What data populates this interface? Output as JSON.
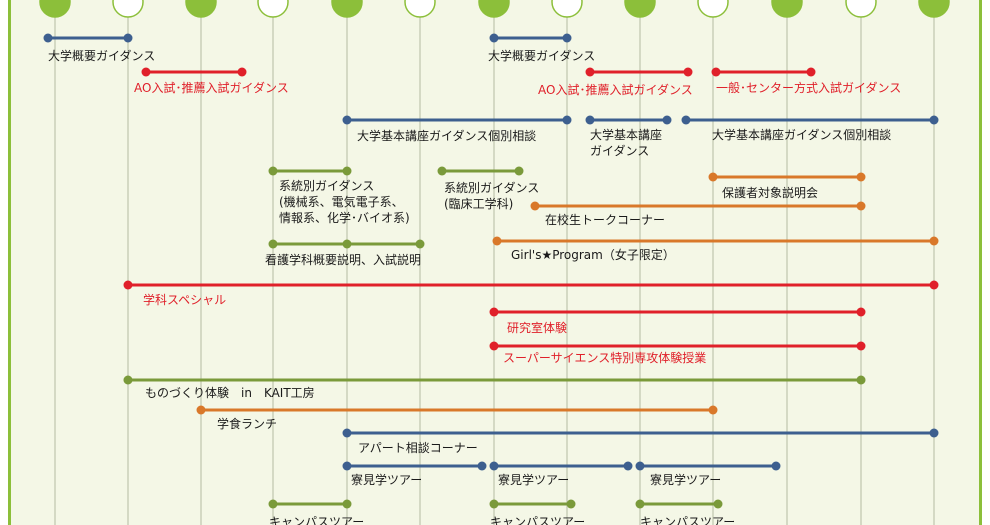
{
  "colors": {
    "background": "#f4f7e6",
    "border": "#8cbf3a",
    "header_dot_filled": "#8cbf3a",
    "header_dot_outline": "#8cbf3a",
    "gridline": "#c9cfb8",
    "blue": "#3d5f8f",
    "red": "#e0202a",
    "olive": "#7a9a3a",
    "orange": "#d9782a",
    "text_dark": "#1a1a1a",
    "text_red": "#e0202a"
  },
  "events": [
    {
      "label": "大学概要ガイダンス",
      "color": "blue",
      "text_color": "dark"
    },
    {
      "label": "AO入試･推薦入試ガイダンス",
      "color": "red",
      "text_color": "red"
    },
    {
      "label": "大学概要ガイダンス",
      "color": "blue",
      "text_color": "dark"
    },
    {
      "label": "AO入試･推薦入試ガイダンス",
      "color": "red",
      "text_color": "red"
    },
    {
      "label": "一般･センター方式入試ガイダンス",
      "color": "red",
      "text_color": "red"
    },
    {
      "label": "大学基本講座ガイダンス個別相談",
      "color": "blue",
      "text_color": "dark"
    },
    {
      "label": "大学基本講座\nガイダンス",
      "color": "blue",
      "text_color": "dark"
    },
    {
      "label": "大学基本講座ガイダンス個別相談",
      "color": "blue",
      "text_color": "dark"
    },
    {
      "label": "系統別ガイダンス\n(機械系、電気電子系、\n情報系、化学･バイオ系)",
      "color": "olive",
      "text_color": "dark"
    },
    {
      "label": "系統別ガイダンス\n(臨床工学科)",
      "color": "olive",
      "text_color": "dark"
    },
    {
      "label": "保護者対象説明会",
      "color": "orange",
      "text_color": "dark"
    },
    {
      "label": "在校生トークコーナー",
      "color": "orange",
      "text_color": "dark"
    },
    {
      "label": "看護学科概要説明、入試説明",
      "color": "olive",
      "text_color": "dark"
    },
    {
      "label": "Girl's★Program（女子限定）",
      "color": "orange",
      "text_color": "dark"
    },
    {
      "label": "学科スペシャル",
      "color": "red",
      "text_color": "red"
    },
    {
      "label": "研究室体験",
      "color": "red",
      "text_color": "red"
    },
    {
      "label": "スーパーサイエンス特別専攻体験授業",
      "color": "red",
      "text_color": "red"
    },
    {
      "label": "ものづくり体験　in　KAIT工房",
      "color": "olive",
      "text_color": "dark"
    },
    {
      "label": "学食ランチ",
      "color": "orange",
      "text_color": "dark"
    },
    {
      "label": "アパート相談コーナー",
      "color": "blue",
      "text_color": "dark"
    },
    {
      "label": "寮見学ツアー",
      "color": "blue",
      "text_color": "dark"
    },
    {
      "label": "寮見学ツアー",
      "color": "blue",
      "text_color": "dark"
    },
    {
      "label": "寮見学ツアー",
      "color": "blue",
      "text_color": "dark"
    },
    {
      "label": "キャンパスツアー",
      "color": "olive",
      "text_color": "dark"
    },
    {
      "label": "キャンパスツアー",
      "color": "olive",
      "text_color": "dark"
    },
    {
      "label": "キャンパスツアー",
      "color": "olive",
      "text_color": "dark"
    }
  ]
}
